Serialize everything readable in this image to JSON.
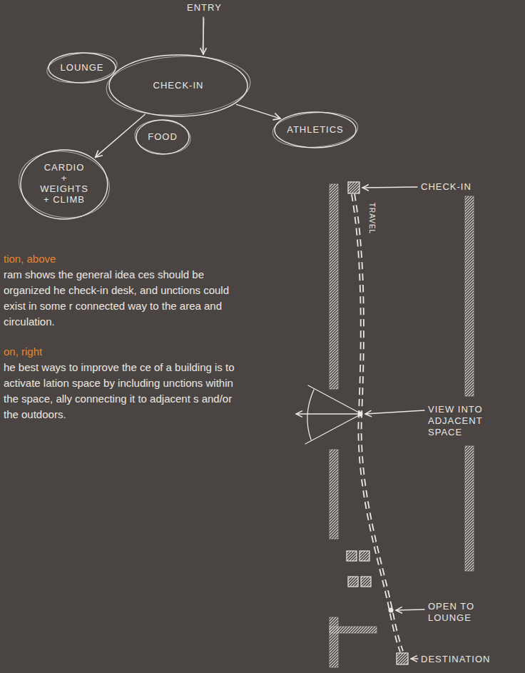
{
  "diagram": {
    "nodes": [
      {
        "text": [
          "LOUNGE"
        ]
      },
      {
        "text": [
          "CHECK-IN"
        ]
      },
      {
        "text": [
          "ATHLETICS"
        ]
      },
      {
        "text": [
          "FOOD"
        ]
      },
      {
        "text": [
          "CARDIO + WEIGHTS + CLIMB"
        ]
      }
    ],
    "edges": [
      {
        "from": 1,
        "to": 2,
        "arrow": "to"
      },
      {
        "from": 1,
        "to": 4,
        "arrow": "to"
      }
    ],
    "labels": [
      "ENTRY",
      "tion, above",
      "ram shows the general idea ces should be organized he check-in desk, and unctions could exist in some r connected way to the area and circulation.",
      "on, right",
      "he best ways to improve the ce of a building is to activate lation space by including unctions within the space, ally connecting it to adjacent s and/or the outdoors.",
      "CHECK-IN",
      "TRAVEL",
      "VIEW INTO ADJACENT SPACE",
      "OPEN TO LOUNGE",
      "DESTINATION"
    ]
  }
}
